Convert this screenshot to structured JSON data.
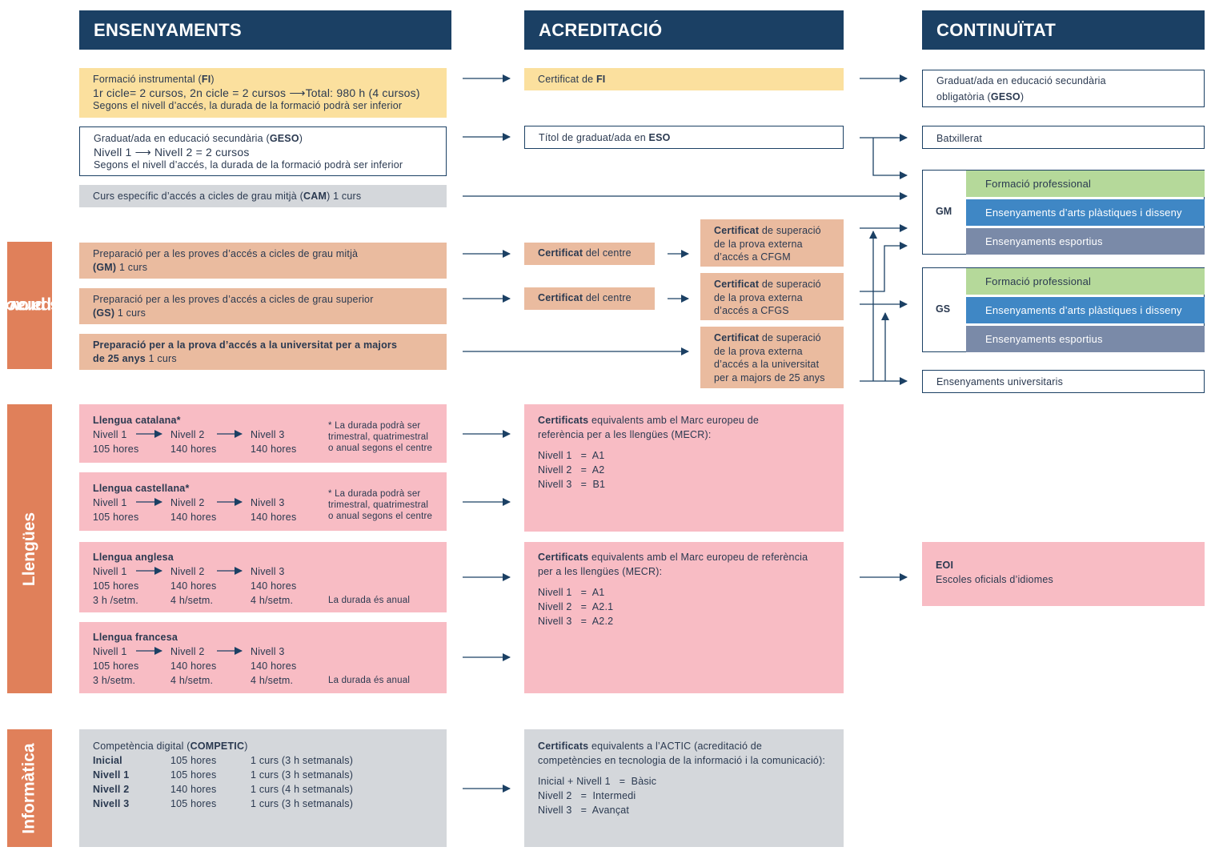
{
  "headers": {
    "ensenyaments": "ENSENYAMENTS",
    "acreditacio": "ACREDITACIÓ",
    "continuitat": "CONTINUÏTAT"
  },
  "side_labels": {
    "preparacio_1": "Preparació per",
    "preparacio_2": "a les proves",
    "llengues": "Llengües",
    "informatica": "Informàtica"
  },
  "fi": {
    "title_a": "Formació instrumental (",
    "title_b": "FI",
    "title_c": ")",
    "line2_a": "1r cicle= 2 cursos, 2n cicle = 2 cursos",
    "line2_b": "Total: 980 h (4 cursos)",
    "line3": "Segons el nivell d’accés, la durada de la formació podrà ser inferior"
  },
  "geso": {
    "title_a": "Graduat/ada en educació secundària (",
    "title_b": "GESO",
    "title_c": ")",
    "line2_a": "Nivell 1",
    "line2_b": "Nivell 2 = 2 cursos",
    "line3": "Segons el nivell d’accés, la durada de la formació podrà ser inferior"
  },
  "cam": {
    "text_a": "Curs específic d’accés a cicles de grau mitjà (",
    "text_b": "CAM",
    "text_c": ") 1 curs"
  },
  "prep_gm": {
    "line1": "Preparació per a les proves d’accés a cicles de grau mitjà",
    "line2_a": "(GM)",
    "line2_b": " 1 curs"
  },
  "prep_gs": {
    "line1": "Preparació per a les proves d’accés a cicles de grau superior",
    "line2_a": "(GS)",
    "line2_b": " 1 curs"
  },
  "prep_25": {
    "line1": "Preparació per a la prova d’accés a la universitat per a majors",
    "line2_a": "de 25 anys",
    "line2_b": " 1 curs"
  },
  "catalana": {
    "title": "Llengua catalana*",
    "levels": [
      "Nivell 1",
      "Nivell 2",
      "Nivell 3"
    ],
    "hours": [
      "105 hores",
      "140 hores",
      "140 hores"
    ],
    "note": [
      "* La durada podrà ser",
      "trimestral, quatrimestral",
      "o anual segons el centre"
    ]
  },
  "castellana": {
    "title": "Llengua castellana*",
    "levels": [
      "Nivell 1",
      "Nivell 2",
      "Nivell 3"
    ],
    "hours": [
      "105 hores",
      "140 hores",
      "140 hores"
    ],
    "note": [
      "* La durada podrà ser",
      "trimestral, quatrimestral",
      "o anual segons el centre"
    ]
  },
  "anglesa": {
    "title": "Llengua anglesa",
    "levels": [
      "Nivell 1",
      "Nivell 2",
      "Nivell 3"
    ],
    "hours": [
      "105 hores",
      "140 hores",
      "140 hores"
    ],
    "weekly": [
      "3 h /setm.",
      "4 h/setm.",
      "4 h/setm."
    ],
    "note": "La durada és anual"
  },
  "francesa": {
    "title": "Llengua francesa",
    "levels": [
      "Nivell 1",
      "Nivell 2",
      "Nivell 3"
    ],
    "hours": [
      "105 hores",
      "140 hores",
      "140 hores"
    ],
    "weekly": [
      "3 h/setm.",
      "4 h/setm.",
      "4 h/setm."
    ],
    "note": "La durada és anual"
  },
  "competic": {
    "title_a": "Competència digital (",
    "title_b": "COMPETIC",
    "title_c": ")",
    "rows": [
      [
        "Inicial",
        "105 hores",
        "1 curs (3 h setmanals)"
      ],
      [
        "Nivell 1",
        "105 hores",
        "1 curs (3 h setmanals)"
      ],
      [
        "Nivell 2",
        "140 hores",
        "1 curs (4 h setmanals)"
      ],
      [
        "Nivell 3",
        "105 hores",
        "1 curs (3 h setmanals)"
      ]
    ]
  },
  "acr": {
    "fi_a": "Certificat de ",
    "fi_b": "FI",
    "eso_a": "Títol de graduat/ada en ",
    "eso_b": "ESO",
    "centre_a": "Certificat",
    "centre_b": " del centre",
    "cfgm": [
      "Certificat",
      " de superació",
      "de la prova externa",
      "d’accés a CFGM"
    ],
    "cfgs": [
      "Certificat",
      " de superació",
      "de la prova externa",
      "d’accés a CFGS"
    ],
    "univ": [
      "Certificat",
      " de superació",
      "de la prova externa",
      "d’accés a la universitat",
      "per a majors de 25 anys"
    ],
    "mecr1": {
      "a": "Certificats",
      "b": " equivalents amb el Marc europeu de",
      "c": "referència per a les llengües (MECR):",
      "rows": [
        "Nivell 1   =  A1",
        "Nivell 2   =  A2",
        "Nivell 3   =  B1"
      ]
    },
    "mecr2": {
      "a": "Certificats",
      "b": " equivalents amb el Marc europeu de referència",
      "c": "per a les llengües (MECR):",
      "rows": [
        "Nivell 1   =  A1",
        "Nivell 2   =  A2.1",
        "Nivell 3   =  A2.2"
      ]
    },
    "actic": {
      "a": "Certificats",
      "b": " equivalents a l’ACTIC (acreditació de",
      "c": "competències en tecnologia de la informació i la comunicació):",
      "rows": [
        "Inicial + Nivell 1   =  Bàsic",
        "Nivell 2   =  Intermedi",
        "Nivell 3   =  Avançat"
      ]
    }
  },
  "cont": {
    "geso_a": "Graduat/ada en educació secundària",
    "geso_b": "obligatòria (",
    "geso_c": "GESO",
    "geso_d": ")",
    "batx": "Batxillerat",
    "gm": "GM",
    "gs": "GS",
    "fp": "Formació professional",
    "arts": "Ensenyaments d’arts plàstiques i disseny",
    "esport": "Ensenyaments esportius",
    "univ": "Ensenyaments universitaris",
    "eoi_a": "EOI",
    "eoi_b": "Escoles oficials d’idiomes"
  }
}
